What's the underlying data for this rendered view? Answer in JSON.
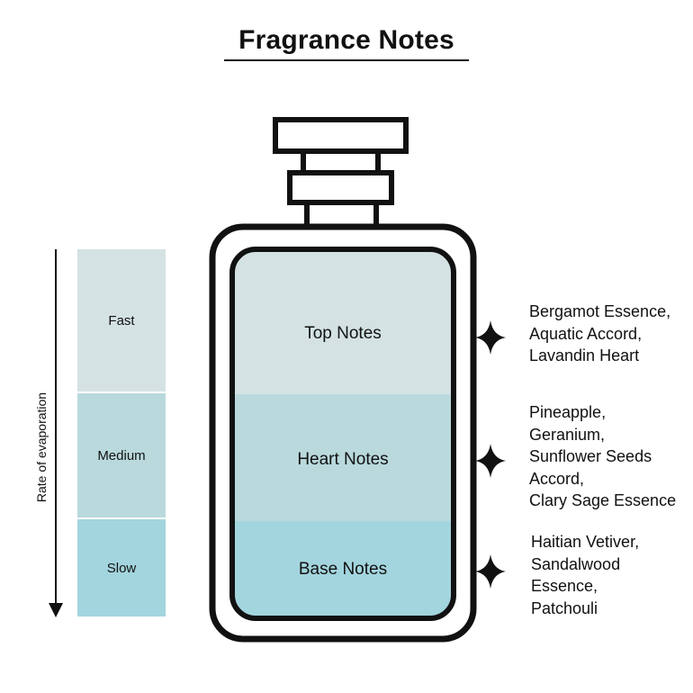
{
  "title": "Fragrance Notes",
  "evaporation": {
    "axis_label": "Rate of evaporation",
    "levels": [
      "Fast",
      "Medium",
      "Slow"
    ]
  },
  "layers": [
    {
      "name": "Top Notes",
      "color": "#d4e2e3",
      "ingredients": [
        "Bergamot Essence,",
        "Aquatic Accord,",
        "Lavandin Heart"
      ]
    },
    {
      "name": "Heart Notes",
      "color": "#b9d9dc",
      "ingredients": [
        "Pineapple,",
        "Geranium,",
        "Sunflower Seeds",
        "Accord,",
        "Clary Sage Essence"
      ]
    },
    {
      "name": "Base Notes",
      "color": "#a3d5de",
      "ingredients": [
        "Haitian Vetiver,",
        "Sandalwood",
        "Essence,",
        "Patchouli"
      ]
    }
  ],
  "colors": {
    "outline": "#111111",
    "background": "#ffffff"
  },
  "icons": {
    "marker": "four-point-sparkle-icon",
    "arrow": "down-arrow-icon"
  }
}
